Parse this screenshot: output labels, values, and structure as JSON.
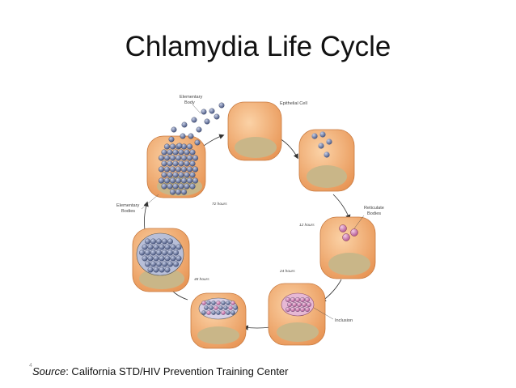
{
  "slide": {
    "title": "Chlamydia Life Cycle",
    "page_number": "4",
    "source_label": "Source",
    "source_text": ": California STD/HIV Prevention Training Center"
  },
  "diagram": {
    "labels": {
      "elementary_top": [
        "Elementary",
        "Body"
      ],
      "epithelial": "Epithelial Cell",
      "reticulate": [
        "Reticulate",
        "Bodies"
      ],
      "inclusion": "Inclusion",
      "elementary_left": [
        "Elementary",
        "Bodies"
      ],
      "t_72": "72 hours",
      "t_12": "12 hours",
      "t_24": "24 hours",
      "t_48": "48 hours"
    }
  },
  "colors": {
    "cell_fill": "#f0a868",
    "cell_edge": "#c87a40",
    "nucleus": "#c9b688",
    "body_blue": "#5a6a9a",
    "body_pink": "#d48ab8",
    "arrow": "#333333"
  }
}
